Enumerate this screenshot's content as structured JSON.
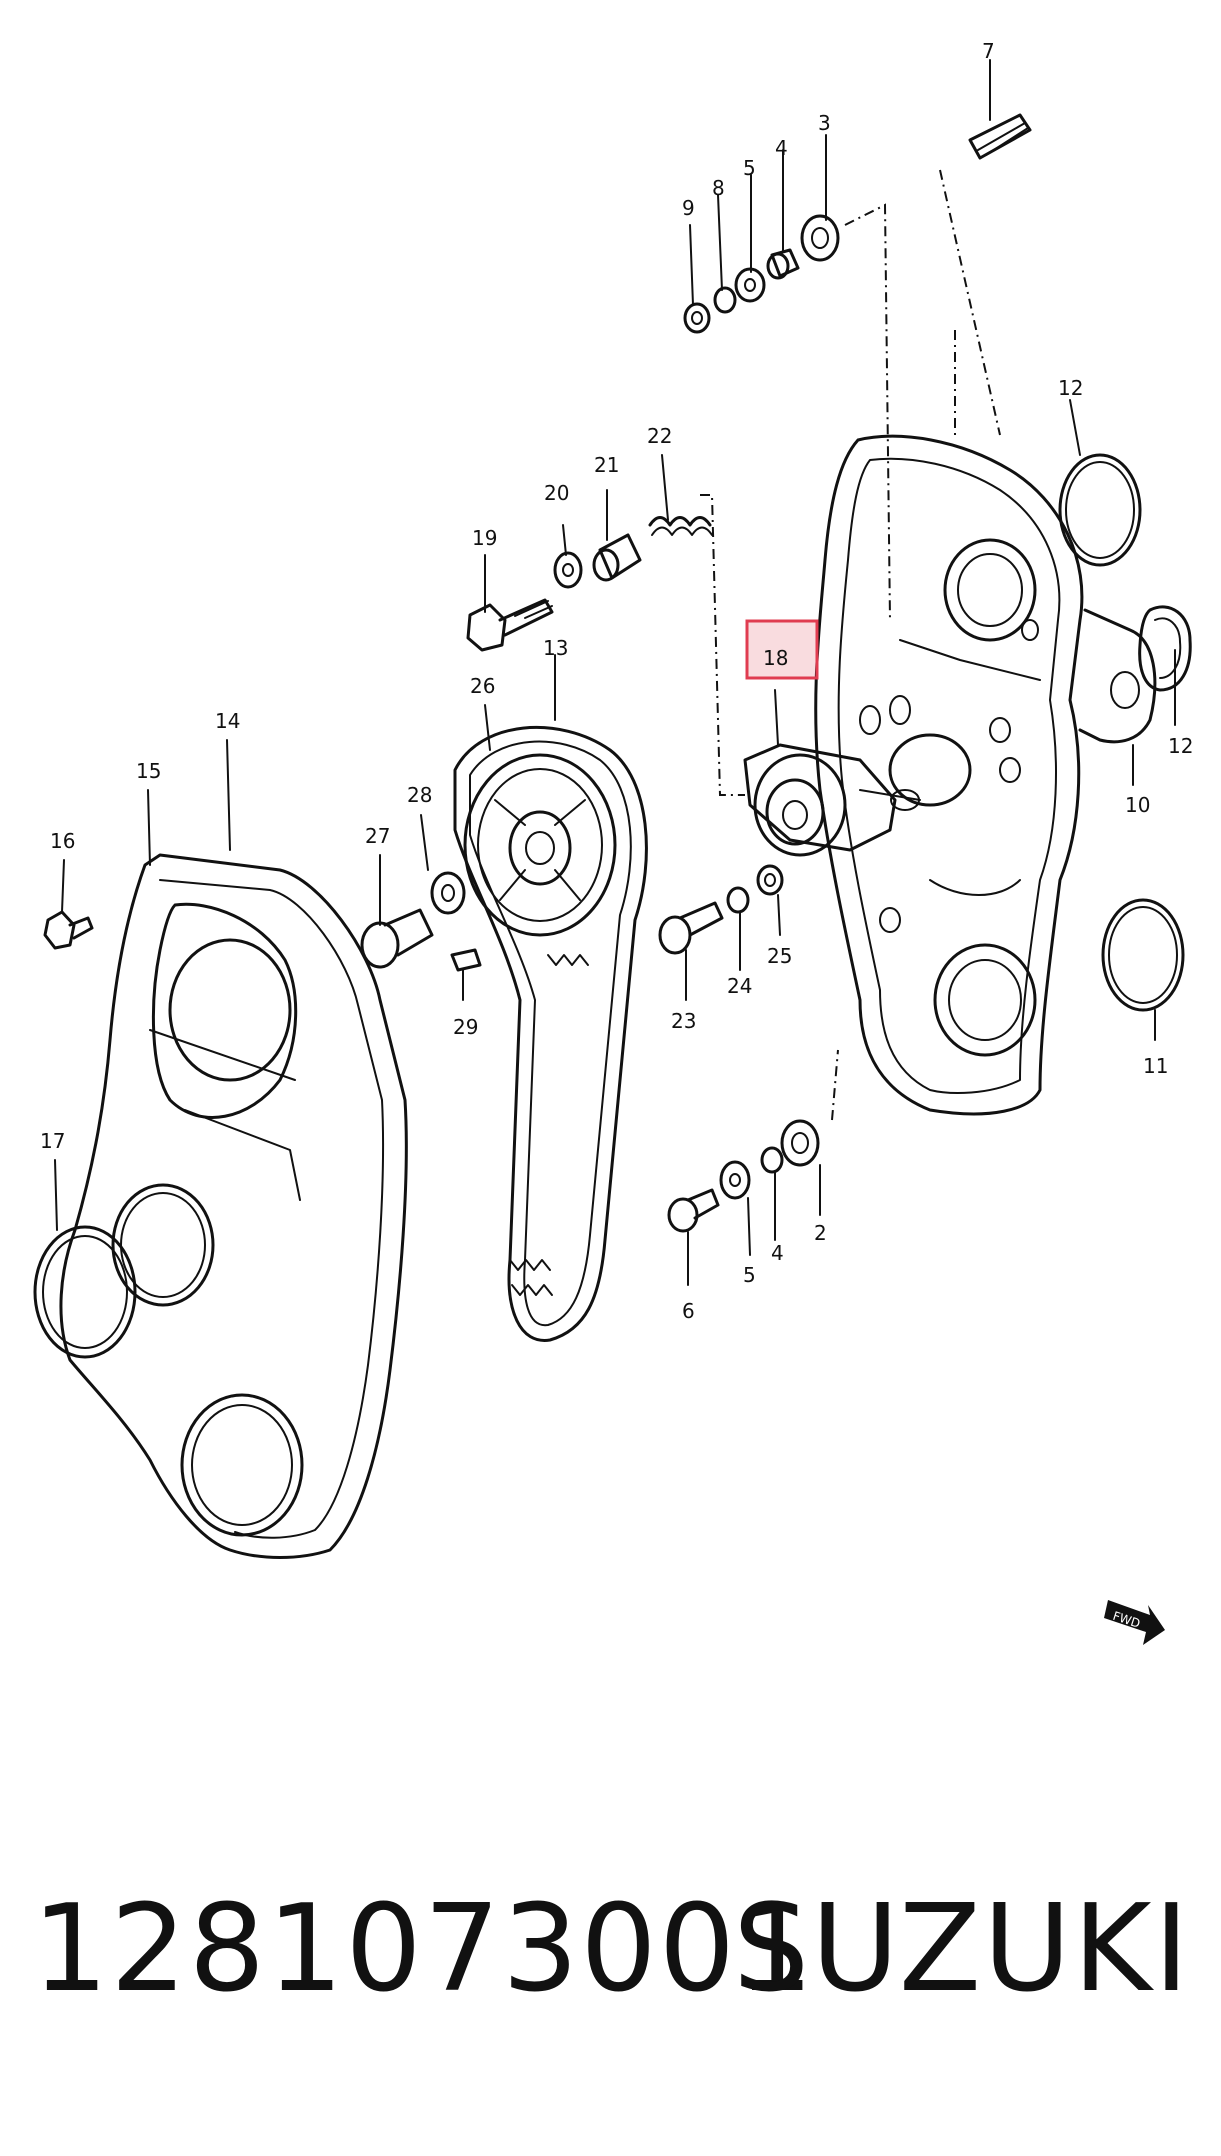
{
  "diagram": {
    "callouts": {
      "c7": "7",
      "c3": "3",
      "c4a": "4",
      "c5a": "5",
      "c8": "8",
      "c9": "9",
      "c22": "22",
      "c21": "21",
      "c20": "20",
      "c19": "19",
      "c12a": "12",
      "c12b": "12",
      "c18": "18",
      "c13": "13",
      "c26": "26",
      "c14": "14",
      "c15": "15",
      "c16": "16",
      "c27": "27",
      "c28": "28",
      "c29": "29",
      "c10": "10",
      "c11": "11",
      "c23": "23",
      "c24": "24",
      "c25": "25",
      "c17": "17",
      "c2": "2",
      "c4b": "4",
      "c5b": "5",
      "c6": "6"
    },
    "highlight_color": "#e03c50",
    "fwd_label": "FWD"
  },
  "footer": {
    "part_number": "1281073001",
    "brand": "SUZUKI"
  }
}
